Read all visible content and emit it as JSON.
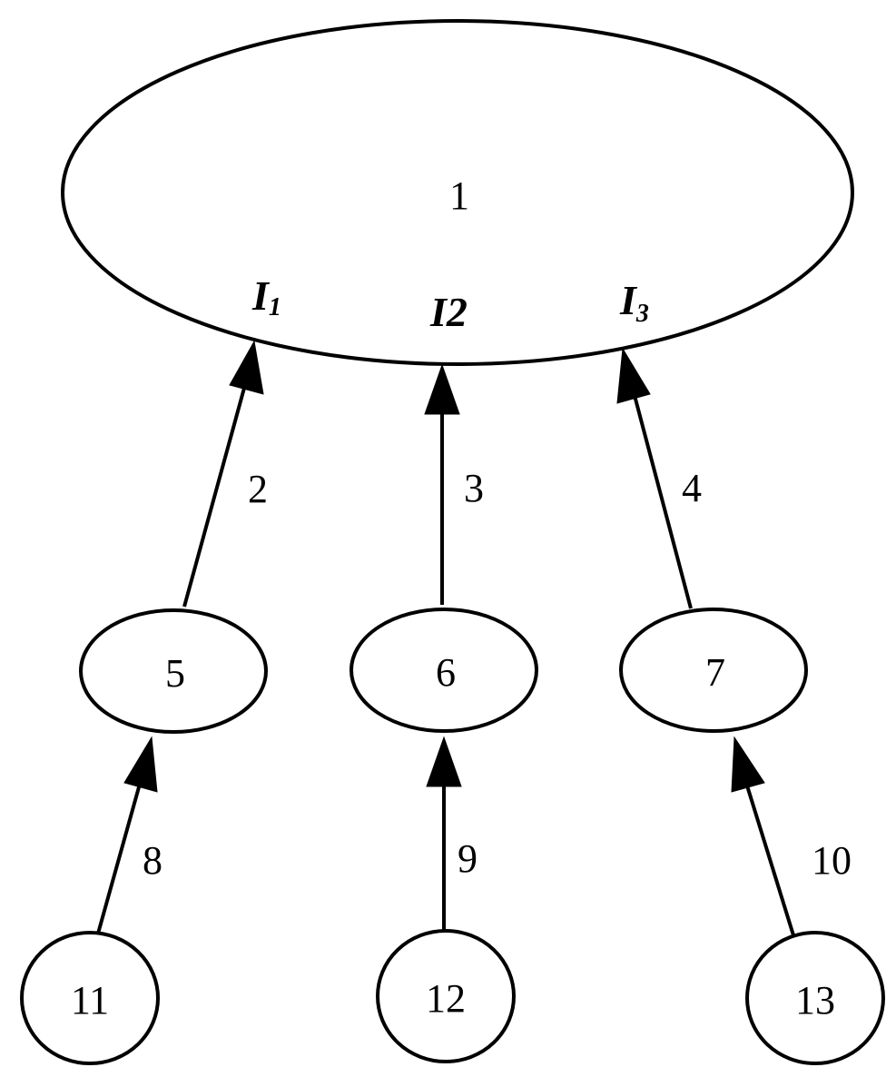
{
  "nodes": [
    {
      "id": "n1",
      "label": "1"
    },
    {
      "id": "n5",
      "label": "5"
    },
    {
      "id": "n6",
      "label": "6"
    },
    {
      "id": "n7",
      "label": "7"
    },
    {
      "id": "n11",
      "label": "11"
    },
    {
      "id": "n12",
      "label": "12"
    },
    {
      "id": "n13",
      "label": "13"
    }
  ],
  "edges": [
    {
      "from": "n5",
      "to": "n1",
      "label": "2"
    },
    {
      "from": "n6",
      "to": "n1",
      "label": "3"
    },
    {
      "from": "n7",
      "to": "n1",
      "label": "4"
    },
    {
      "from": "n11",
      "to": "n5",
      "label": "8"
    },
    {
      "from": "n12",
      "to": "n6",
      "label": "9"
    },
    {
      "from": "n13",
      "to": "n7",
      "label": "10"
    }
  ],
  "ports": [
    {
      "main": "I",
      "sub": "1"
    },
    {
      "main": "I2",
      "sub": ""
    },
    {
      "main": "I",
      "sub": "3"
    }
  ],
  "colors": {
    "stroke": "#000000",
    "background": "#ffffff"
  }
}
